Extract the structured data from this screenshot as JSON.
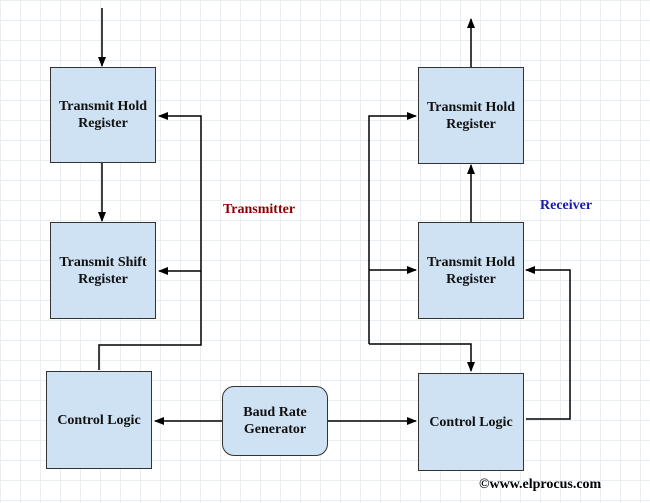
{
  "blocks": {
    "tx_hold": "Transmit Hold\nRegister",
    "tx_shift": "Transmit Shift\nRegister",
    "tx_control": "Control Logic",
    "baud": "Baud Rate\nGenerator",
    "rx_hold_top": "Transmit Hold\nRegister",
    "rx_hold_mid": "Transmit Hold\nRegister",
    "rx_control": "Control Logic"
  },
  "labels": {
    "transmitter": "Transmitter",
    "receiver": "Receiver",
    "copyright": "©www.elprocus.com"
  },
  "colors": {
    "transmitter_label": "#8b0000",
    "receiver_label": "#1a1aa6",
    "block_fill": "#cfe2f3"
  }
}
